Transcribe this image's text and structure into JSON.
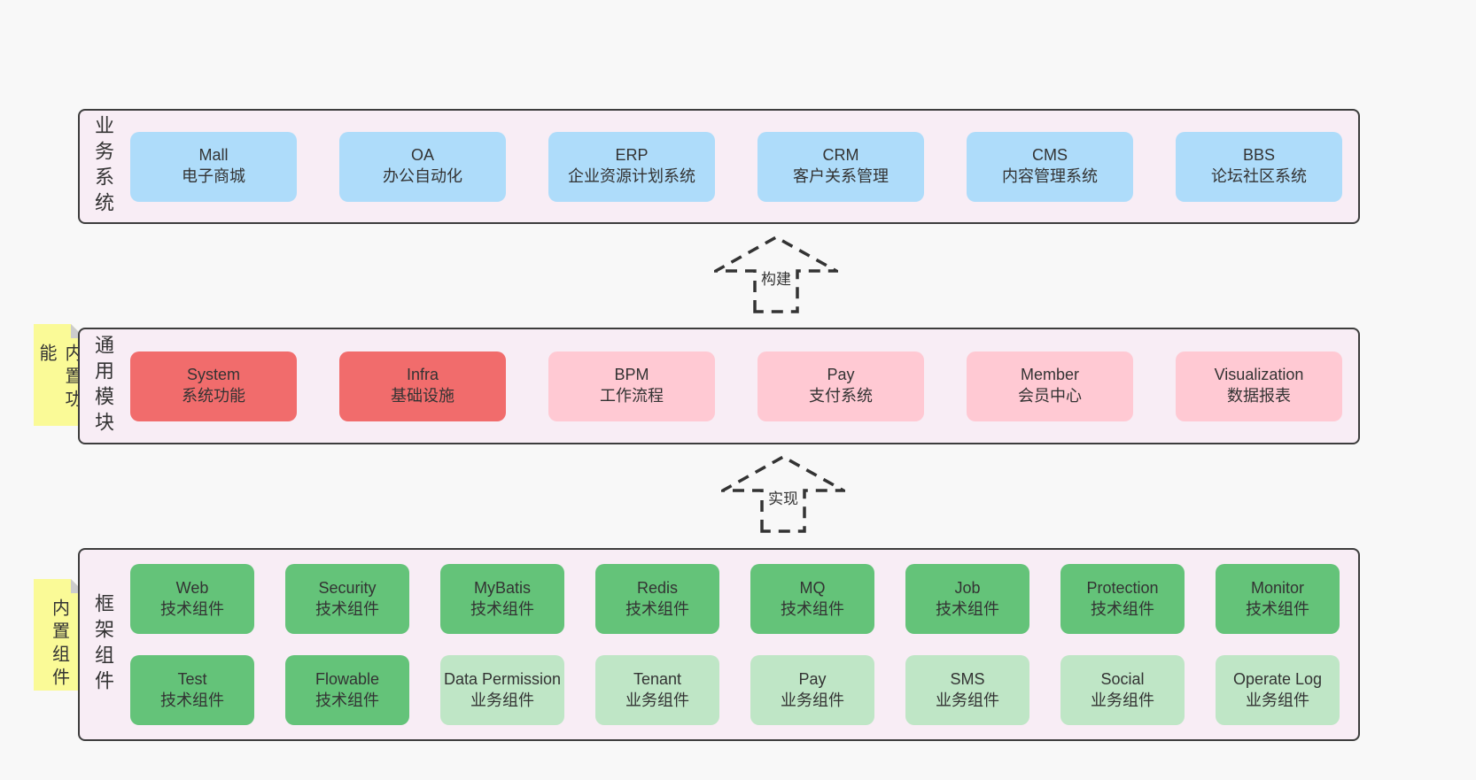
{
  "colors": {
    "page_bg": "#f8f8f8",
    "panel_bg": "#f8edf5",
    "panel_border": "#3d3d3d",
    "blue": "#aedcfa",
    "red": "#f16c6c",
    "pink": "#ffc9d3",
    "green": "#64c379",
    "green_light": "#bfe6c6",
    "note_yellow": "#fafa97",
    "note_fold": "#cccccc",
    "text": "#333333"
  },
  "arrows": [
    {
      "label": "构建"
    },
    {
      "label": "实现"
    }
  ],
  "notes": [
    {
      "label": "内置功能"
    },
    {
      "label": "内置组件"
    }
  ],
  "panels": [
    {
      "label": "业务系统",
      "rows": [
        [
          {
            "name": "Mall",
            "desc": "电子商城"
          },
          {
            "name": "OA",
            "desc": "办公自动化"
          },
          {
            "name": "ERP",
            "desc": "企业资源计划系统"
          },
          {
            "name": "CRM",
            "desc": "客户关系管理"
          },
          {
            "name": "CMS",
            "desc": "内容管理系统"
          },
          {
            "name": "BBS",
            "desc": "论坛社区系统"
          }
        ]
      ]
    },
    {
      "label": "通用模块",
      "note": "内置功能",
      "rows": [
        [
          {
            "name": "System",
            "desc": "系统功能"
          },
          {
            "name": "Infra",
            "desc": "基础设施"
          },
          {
            "name": "BPM",
            "desc": "工作流程"
          },
          {
            "name": "Pay",
            "desc": "支付系统"
          },
          {
            "name": "Member",
            "desc": "会员中心"
          },
          {
            "name": "Visualization",
            "desc": "数据报表"
          }
        ]
      ]
    },
    {
      "label": "框架组件",
      "note": "内置组件",
      "rows": [
        [
          {
            "name": "Web",
            "desc": "技术组件"
          },
          {
            "name": "Security",
            "desc": "技术组件"
          },
          {
            "name": "MyBatis",
            "desc": "技术组件"
          },
          {
            "name": "Redis",
            "desc": "技术组件"
          },
          {
            "name": "MQ",
            "desc": "技术组件"
          },
          {
            "name": "Job",
            "desc": "技术组件"
          },
          {
            "name": "Protection",
            "desc": "技术组件"
          },
          {
            "name": "Monitor",
            "desc": "技术组件"
          }
        ],
        [
          {
            "name": "Test",
            "desc": "技术组件"
          },
          {
            "name": "Flowable",
            "desc": "技术组件"
          },
          {
            "name": "Data Permission",
            "desc": "业务组件"
          },
          {
            "name": "Tenant",
            "desc": "业务组件"
          },
          {
            "name": "Pay",
            "desc": "业务组件"
          },
          {
            "name": "SMS",
            "desc": "业务组件"
          },
          {
            "name": "Social",
            "desc": "业务组件"
          },
          {
            "name": "Operate Log",
            "desc": "业务组件"
          }
        ]
      ]
    }
  ]
}
